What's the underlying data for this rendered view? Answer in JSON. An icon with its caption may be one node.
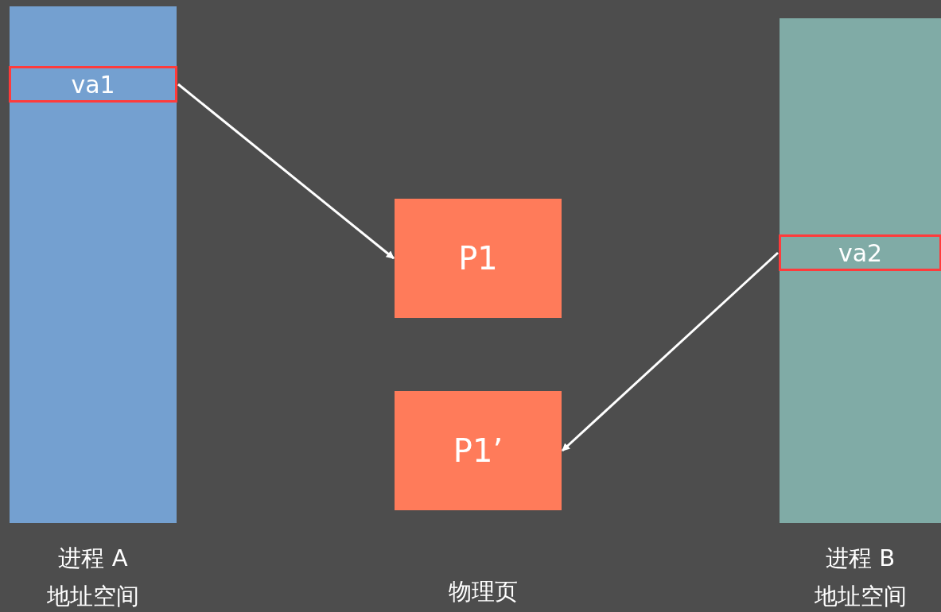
{
  "diagram": {
    "nodes": [
      {
        "text": [
          "进程 A",
          "地址空间"
        ]
      },
      {
        "text": [
          "va1"
        ],
        "in": 0
      },
      {
        "text": [
          "P1"
        ]
      },
      {
        "text": [
          "P1’"
        ]
      },
      {
        "text": [
          "进程 B",
          "地址空间"
        ]
      },
      {
        "text": [
          "va2"
        ],
        "in": 4
      }
    ],
    "edges": [
      {
        "from": 1,
        "to": 2,
        "arrow": "to"
      },
      {
        "from": 5,
        "to": 3,
        "arrow": "to"
      }
    ],
    "labels": [
      "物理页"
    ]
  }
}
